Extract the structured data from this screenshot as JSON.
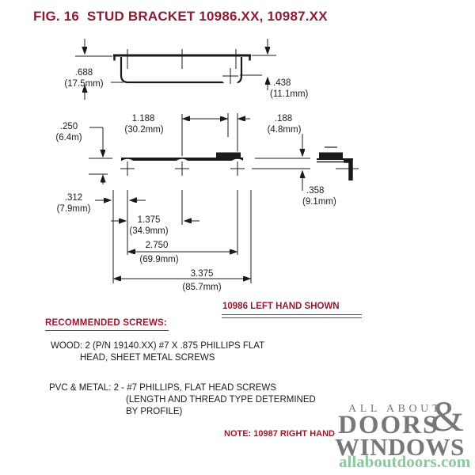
{
  "title": "FIG. 16  STUD BRACKET 10986.XX, 10987.XX",
  "drawing": {
    "variant_label": "10986 LEFT HAND SHOWN",
    "dims": {
      "height": {
        "in": ".688",
        "mm": "(17.5mm)"
      },
      "stud_top_offset": {
        "in": ".438",
        "mm": "(11.1mm)"
      },
      "edge_offset": {
        "in": ".250",
        "mm": "(6.4m)"
      },
      "hole2_to_stud": {
        "in": "1.188",
        "mm": "(30.2mm)"
      },
      "stud_to_hole3": {
        "in": ".188",
        "mm": "(4.8mm)"
      },
      "end_to_hole1": {
        "in": ".312",
        "mm": "(7.9mm)"
      },
      "stud_height": {
        "in": ".358",
        "mm": "(9.1mm)"
      },
      "hole1_to_hole2": {
        "in": "1.375",
        "mm": "(34.9mm)"
      },
      "hole1_to_hole3": {
        "in": "2.750",
        "mm": "(69.9mm)"
      },
      "overall_length": {
        "in": "3.375",
        "mm": "(85.7mm)"
      }
    }
  },
  "notes": {
    "recommended_screws_heading": "RECOMMENDED SCREWS:",
    "wood_lines": [
      "WOOD: 2 (P/N 19140.XX) #7 X .875 PHILLIPS FLAT",
      "HEAD, SHEET METAL SCREWS"
    ],
    "pvc_lines": [
      "PVC & METAL: 2 - #7 PHILLIPS, FLAT HEAD SCREWS",
      "(LENGTH AND THREAD TYPE DETERMINED",
      "BY PROFILE)"
    ],
    "right_hand_note": "NOTE: 10987 RIGHT HAND"
  },
  "logo": {
    "line1": "ALL ABOUT",
    "ampersand": "&",
    "line2": "DOORS",
    "line3": "WINDOWS",
    "url": "allaboutdoors.com"
  },
  "colors": {
    "heading_red": "#96192f",
    "title_red": "#8e1c33",
    "logo_gray": "#75787a",
    "logo_green": "#8cc79d",
    "line_black": "#1a1a1a"
  }
}
